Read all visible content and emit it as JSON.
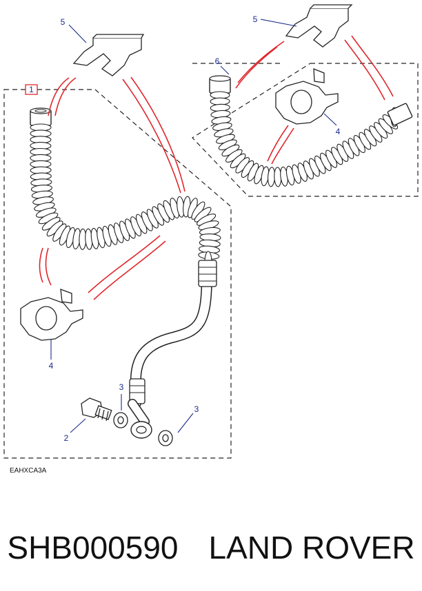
{
  "diagram": {
    "code": "EAHXCA3A",
    "callouts": {
      "c1": "1",
      "c2": "2",
      "c3a": "3",
      "c3b": "3",
      "c4a": "4",
      "c4b": "4",
      "c5a": "5",
      "c5b": "5",
      "c6": "6"
    },
    "colors": {
      "line": "#222222",
      "leader": "#e0262b",
      "callout_text": "#1a2a8a",
      "highlight_box": "#e0262b"
    }
  },
  "caption": {
    "part_number": "SHB000590",
    "brand": "LAND ROVER"
  }
}
